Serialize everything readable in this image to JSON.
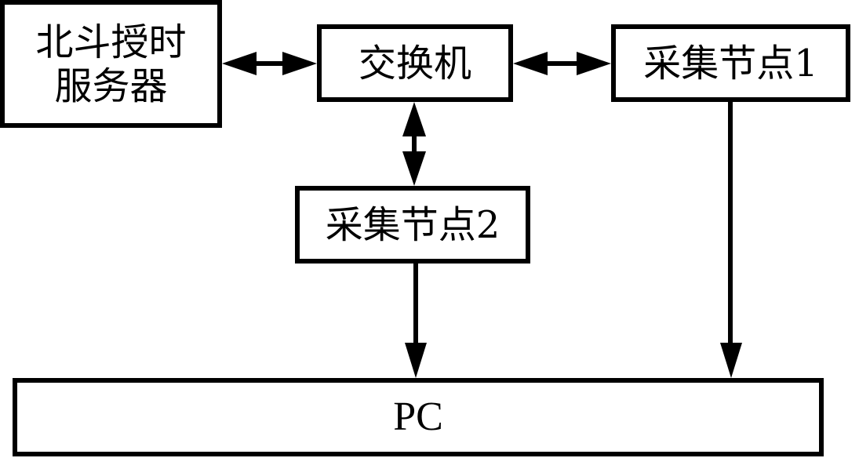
{
  "diagram": {
    "nodes": [
      {
        "id": "server",
        "label": "北斗授时\n服务器"
      },
      {
        "id": "switch",
        "label": "交换机"
      },
      {
        "id": "node1",
        "label": "采集节点1"
      },
      {
        "id": "node2",
        "label": "采集节点2"
      },
      {
        "id": "pc",
        "label": "PC"
      }
    ],
    "edges": [
      {
        "from": "server",
        "to": "switch",
        "direction": "bidirectional"
      },
      {
        "from": "switch",
        "to": "node1",
        "direction": "bidirectional"
      },
      {
        "from": "switch",
        "to": "node2",
        "direction": "bidirectional"
      },
      {
        "from": "node2",
        "to": "pc",
        "direction": "forward"
      },
      {
        "from": "node1",
        "to": "pc",
        "direction": "forward"
      }
    ]
  },
  "colors": {
    "stroke": "#000000",
    "background": "#ffffff"
  }
}
